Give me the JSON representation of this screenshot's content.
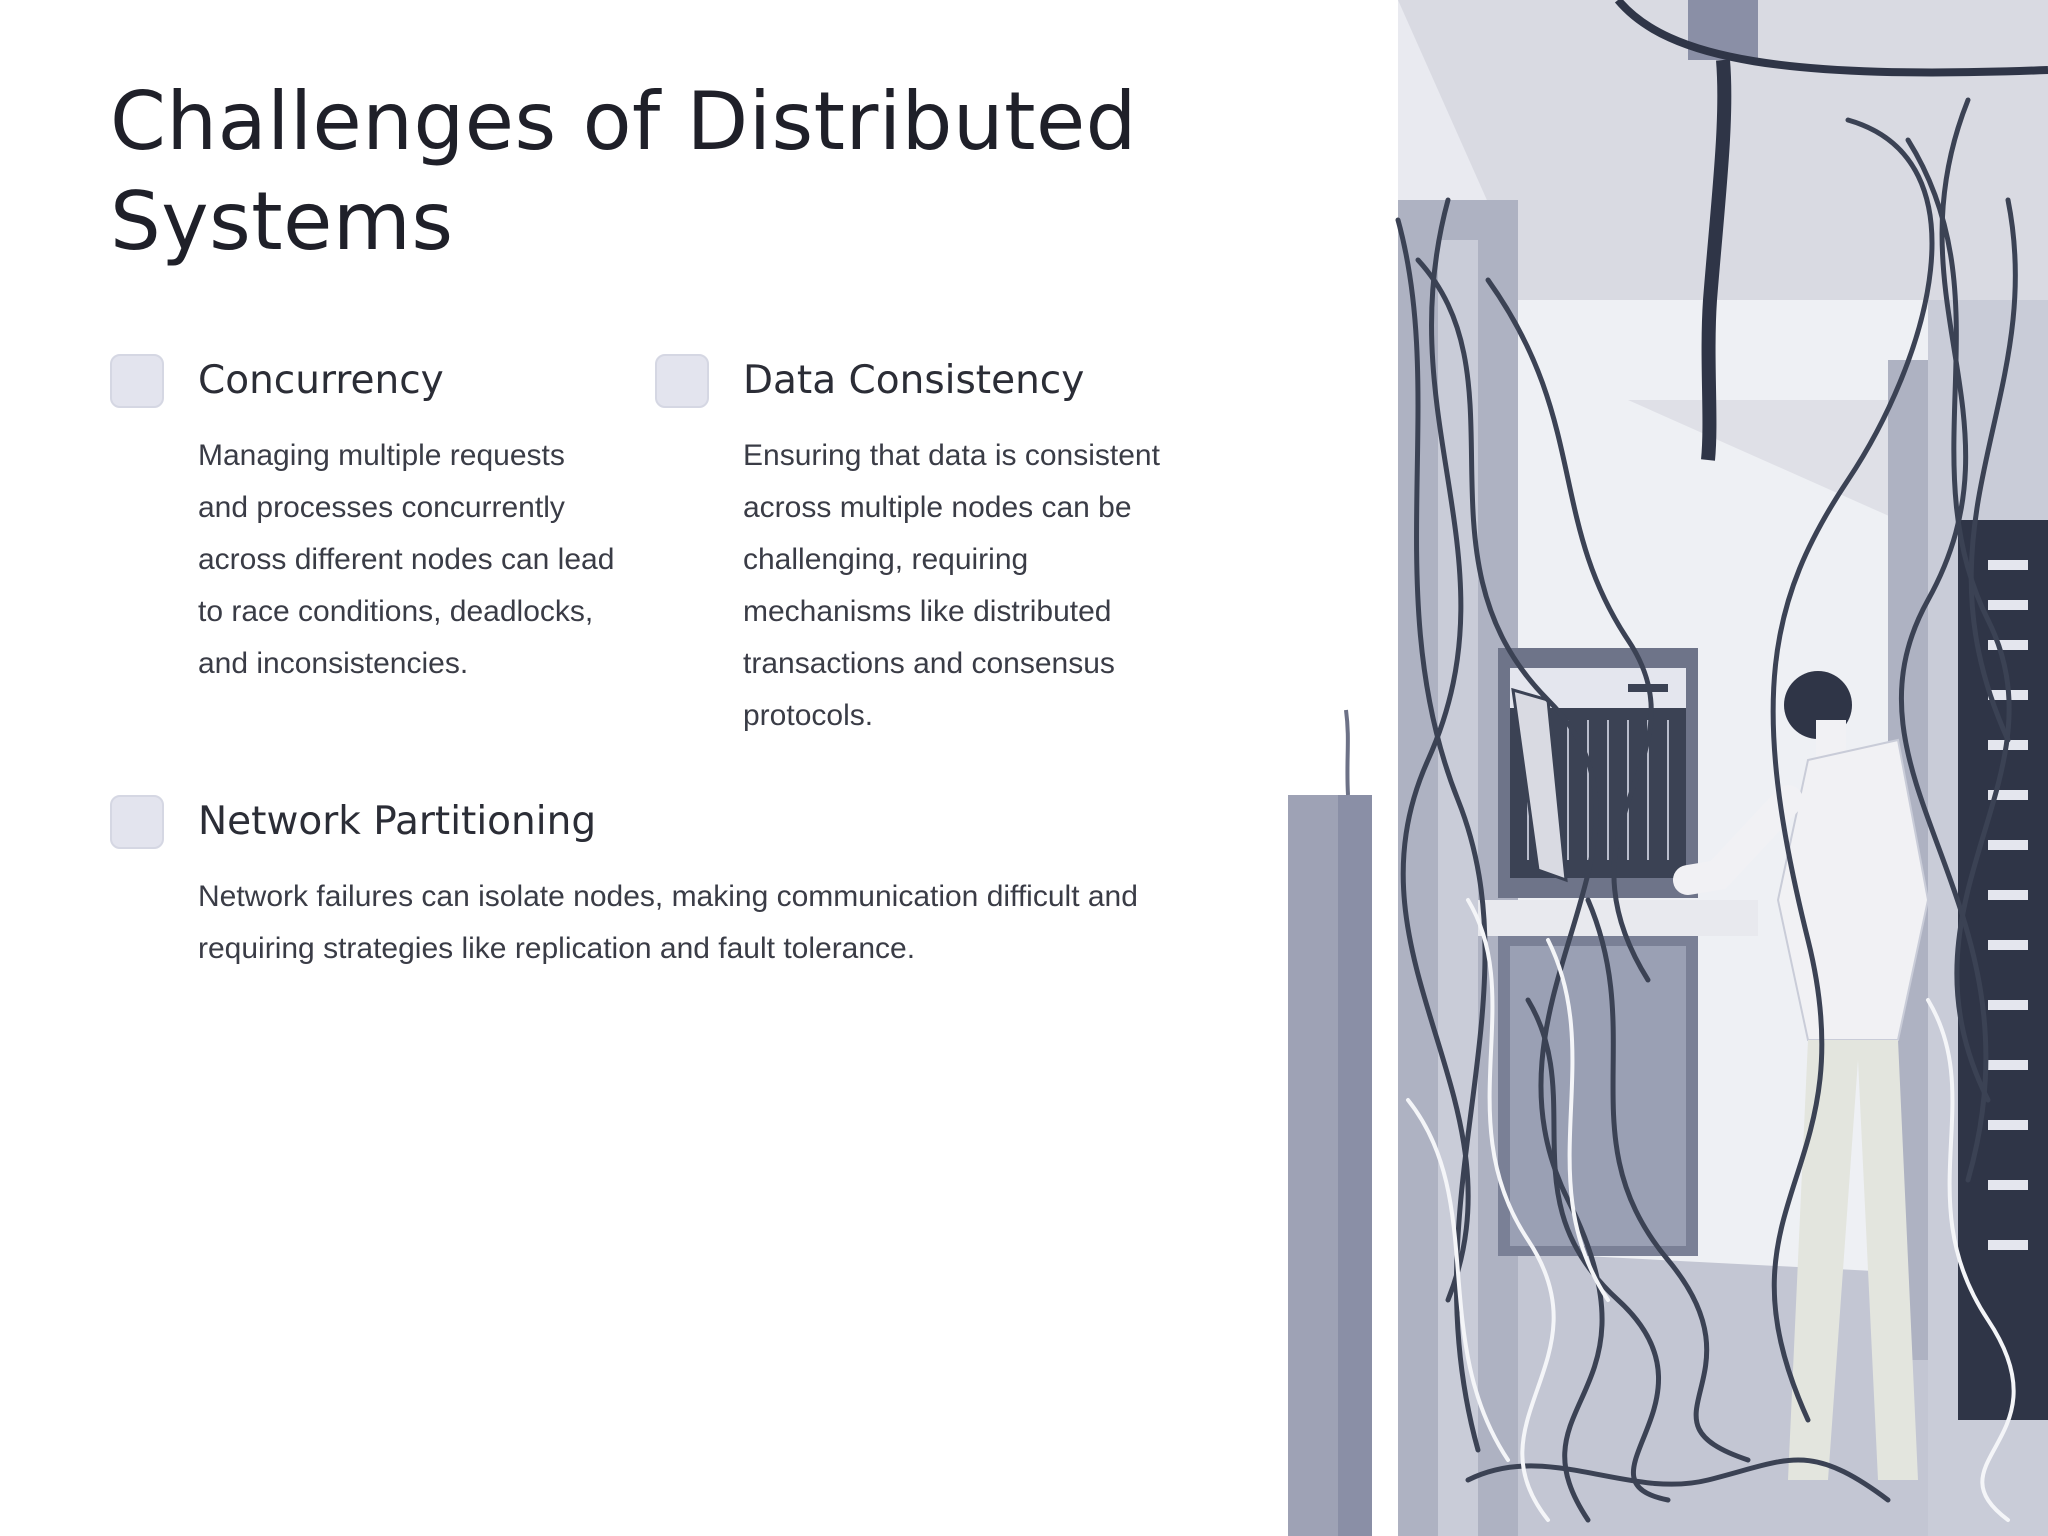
{
  "slide": {
    "title": "Challenges of Distributed Systems",
    "cards": [
      {
        "heading": "Concurrency",
        "body": "Managing multiple requests and processes concurrently across different nodes can lead to race conditions, deadlocks, and inconsistencies."
      },
      {
        "heading": "Data Consistency",
        "body": "Ensuring that data is consistent across multiple nodes can be challenging, requiring mechanisms like distributed transactions and consensus protocols."
      },
      {
        "heading": "Network Partitioning",
        "body": "Network failures can isolate nodes, making communication difficult and requiring strategies like replication and fault tolerance."
      }
    ]
  },
  "colors": {
    "background": "#ffffff",
    "text": "#2b2d36",
    "checkbox": "#e3e4ee",
    "illustration_dark": "#3b4254",
    "illustration_mid": "#8a8fa6",
    "illustration_light": "#d9dae2"
  },
  "illustration": {
    "icon": "server-room-technician-illustration"
  }
}
